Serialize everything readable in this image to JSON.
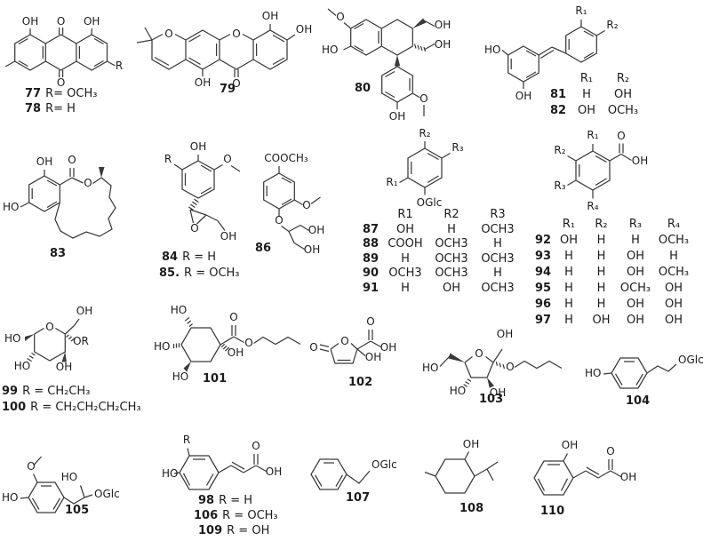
{
  "figure": {
    "background": "#ffffff",
    "bond_color": "#3a3a3a"
  },
  "compounds": {
    "c77": {
      "atoms": {
        "oh_left": "OH",
        "o_top": "O",
        "oh_right": "OH",
        "o_bottom": "O",
        "r": "R"
      },
      "captions": [
        {
          "num": "77",
          "text": "R= OCH₃"
        },
        {
          "num": "78",
          "text": "R= H"
        }
      ]
    },
    "c79": {
      "atoms": {
        "o_pyran": "O",
        "o_xanthone": "O",
        "oh_bottom": "OH",
        "o_ketone": "O",
        "oh_top": "OH",
        "oh_right": "OH"
      },
      "caption": "79"
    },
    "c80": {
      "atoms": {
        "o_methoxy_top": "O",
        "ho_left": "HO",
        "oh_hydroxymethyl_1": "OH",
        "oh_hydroxymethyl_2": "OH",
        "o_methoxy_aryl": "O",
        "oh_aryl": "OH"
      },
      "caption": "80"
    },
    "c81": {
      "atoms": {
        "ho": "HO",
        "oh": "OH",
        "r1": "R₁",
        "r2": "R₂"
      },
      "table": {
        "headers": [
          "R₁",
          "R₂"
        ],
        "rows": [
          {
            "num": "81",
            "values": [
              "H",
              "OH"
            ]
          },
          {
            "num": "82",
            "values": [
              "OH",
              "OCH₃"
            ]
          }
        ]
      }
    },
    "c83": {
      "atoms": {
        "oh_top": "OH",
        "o_ketone": "O",
        "o_ester": "O",
        "ho_left": "HO"
      },
      "caption": "83"
    },
    "c84": {
      "atoms": {
        "oh": "OH",
        "r": "R",
        "o_methoxy": "O",
        "o_epoxide": "O",
        "oh_chain": "OH"
      },
      "captions": [
        {
          "num": "84",
          "text": "R = H"
        },
        {
          "num": "85.",
          "text": "R = OCH₃"
        }
      ]
    },
    "c86": {
      "atoms": {
        "coome": "COOCH₃",
        "o_methoxy": "O",
        "o_ether": "O",
        "oh_1": "OH",
        "oh_2": "OH"
      },
      "caption": "86"
    },
    "c87": {
      "atoms": {
        "r1": "R₁",
        "r2": "R₂",
        "r3": "R₃",
        "oglc": "OGlc"
      },
      "table": {
        "headers": [
          "R1",
          "R2",
          "R3"
        ],
        "rows": [
          {
            "num": "87",
            "values": [
              "OH",
              "H",
              "OCH3"
            ]
          },
          {
            "num": "88",
            "values": [
              "COOH",
              "OCH3",
              "H"
            ]
          },
          {
            "num": "89",
            "values": [
              "H",
              "OCH3",
              "OCH3"
            ]
          },
          {
            "num": "90",
            "values": [
              "OCH3",
              "OCH3",
              "H"
            ]
          },
          {
            "num": "91",
            "values": [
              "H",
              "OH",
              "OCH3"
            ]
          }
        ]
      }
    },
    "c92": {
      "atoms": {
        "r1": "R₁",
        "r2": "R₂",
        "r3": "R₃",
        "r4": "R₄",
        "o": "O",
        "oh": "OH"
      },
      "table": {
        "headers": [
          "R₁",
          "R₂",
          "R₃",
          "R₄"
        ],
        "rows": [
          {
            "num": "92",
            "values": [
              "OH",
              "H",
              "H",
              "OCH₃"
            ]
          },
          {
            "num": "93",
            "values": [
              "H",
              "H",
              "OH",
              "H"
            ]
          },
          {
            "num": "94",
            "values": [
              "H",
              "H",
              "OH",
              "OCH₃"
            ]
          },
          {
            "num": "95",
            "values": [
              "H",
              "H",
              "OCH₃",
              "OH"
            ]
          },
          {
            "num": "96",
            "values": [
              "H",
              "H",
              "OH",
              "OH"
            ]
          },
          {
            "num": "97",
            "values": [
              "H",
              "OH",
              "OH",
              "OH"
            ]
          }
        ]
      }
    },
    "c99": {
      "atoms": {
        "oh_top": "OH",
        "o_ring": "O",
        "or_group": "OR",
        "ho_left": "HO",
        "ho_bottom": "HO",
        "oh_bottom": "OH"
      },
      "captions": [
        {
          "num": "99",
          "text": "R = CH₂CH₃"
        },
        {
          "num": "100",
          "text": "R = CH₂CH₂CH₂CH₃"
        }
      ]
    },
    "c101": {
      "atoms": {
        "ho_top": "HO",
        "ho_left": "HO",
        "ho_bottom": "HO",
        "oh": "OH",
        "o_ketone": "O",
        "o_ester": "O"
      },
      "caption": "101"
    },
    "c102": {
      "atoms": {
        "o_exo": "O",
        "o_ring": "O",
        "o_acid": "O",
        "oh_acid": "OH",
        "oh": "OH"
      },
      "caption": "102"
    },
    "c103": {
      "atoms": {
        "oh_top": "OH",
        "o_ring": "O",
        "ho_left": "HO",
        "o_butyl": "O",
        "ho_bottom": "HO",
        "oh_bottom": "OH"
      },
      "caption": "103"
    },
    "c104": {
      "atoms": {
        "ho": "HO",
        "oglc": "OGlc"
      },
      "caption": "104"
    },
    "c105": {
      "atoms": {
        "o_methoxy": "O",
        "ho_ring": "HO",
        "ho_chain": "HO",
        "oglc": "OGlc"
      },
      "caption": "105"
    },
    "c98": {
      "atoms": {
        "r": "R",
        "ho": "HO",
        "o": "O",
        "oh": "OH"
      },
      "captions": [
        {
          "num": "98",
          "text": "R = H"
        },
        {
          "num": "106",
          "text": "R = OCH₃"
        },
        {
          "num": "109",
          "text": "R = OH"
        }
      ]
    },
    "c107": {
      "atoms": {
        "oglc": "OGlc"
      },
      "caption": "107"
    },
    "c108": {
      "atoms": {
        "oh": "OH"
      },
      "caption": "108"
    },
    "c110": {
      "atoms": {
        "oh_ring": "OH",
        "o": "O",
        "oh_acid": "OH"
      },
      "caption": "110"
    }
  }
}
